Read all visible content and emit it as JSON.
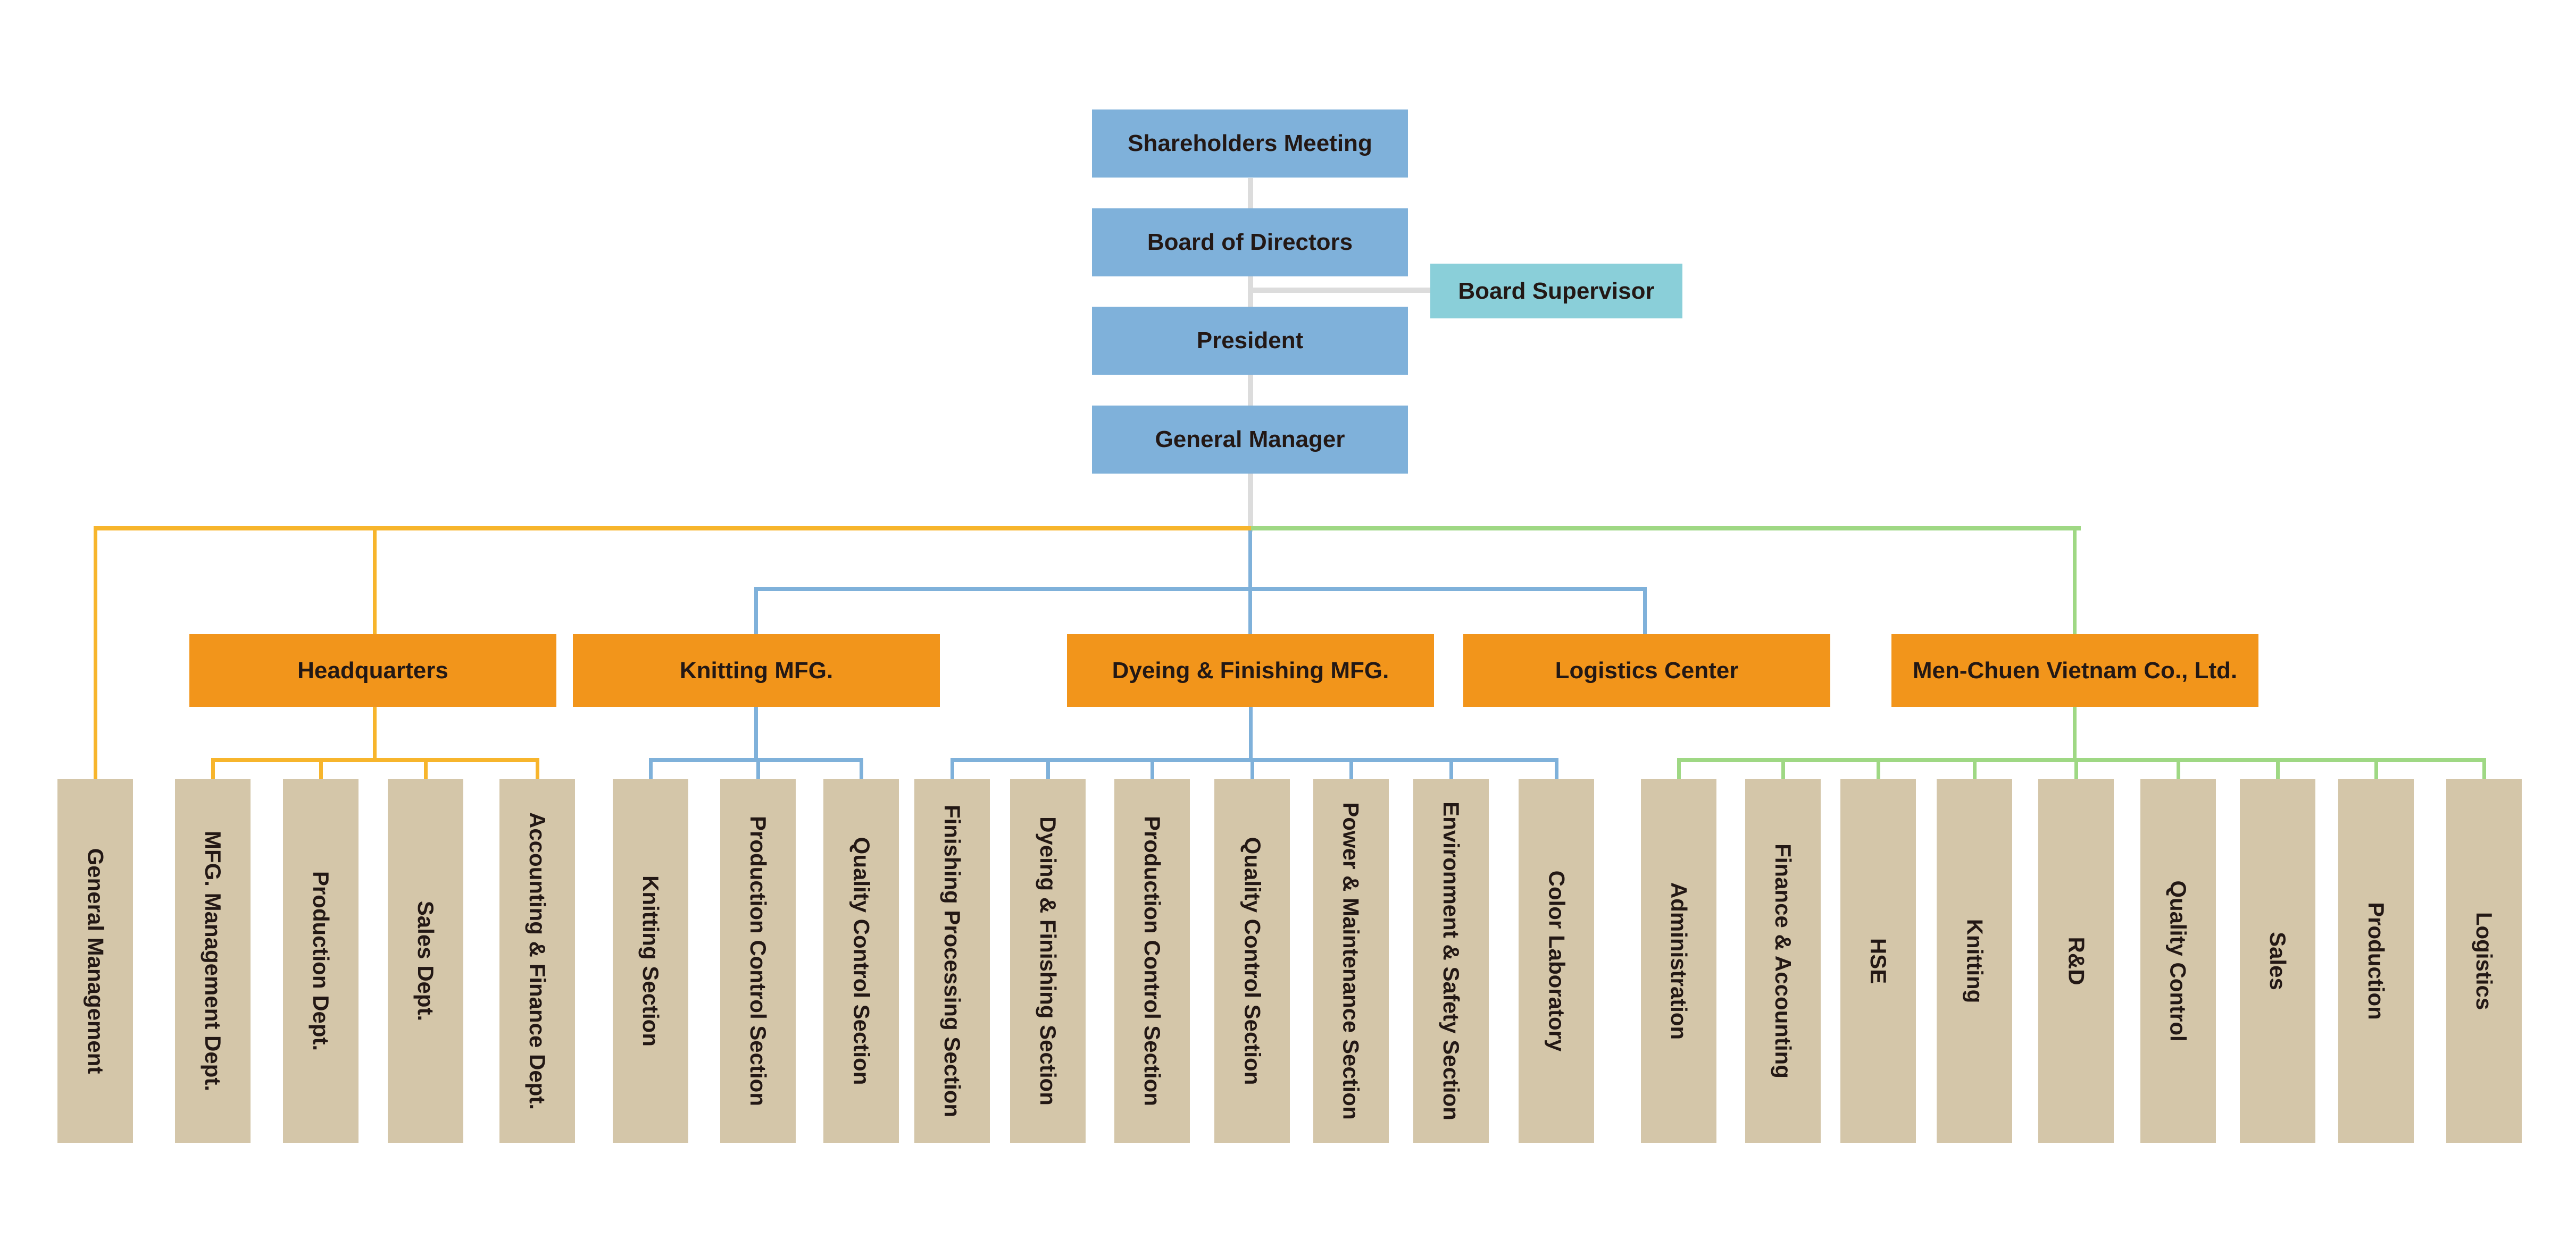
{
  "colors": {
    "executive": "#7fb1da",
    "supervisor": "#8acfd9",
    "division": "#f2951b",
    "unit": "#d4c6a9",
    "line_gray": "#dcdcdc",
    "line_orange": "#f7b52c",
    "line_blue": "#7fb1da",
    "line_green": "#9fd884",
    "text": "#231815"
  },
  "executive": {
    "shareholders": "Shareholders Meeting",
    "board": "Board of Directors",
    "supervisor": "Board Supervisor",
    "president": "President",
    "general_manager": "General Manager"
  },
  "divisions": {
    "headquarters": "Headquarters",
    "knitting_mfg": "Knitting MFG.",
    "dyeing_mfg": "Dyeing & Finishing MFG.",
    "logistics_center": "Logistics Center",
    "vietnam": "Men-Chuen Vietnam Co., Ltd."
  },
  "units": {
    "general_management": "General Management",
    "headquarters": [
      "MFG. Management Dept.",
      "Production Dept.",
      "Sales Dept.",
      "Accounting & Finance Dept."
    ],
    "knitting_mfg": [
      "Knitting Section",
      "Production Control Section",
      "Quality Control Section"
    ],
    "dyeing_mfg": [
      "Finishing Processing Section",
      "Dyeing & Finishing Section",
      "Production Control Section",
      "Quality Control Section",
      "Power & Maintenance Section",
      "Environment & Safety Section",
      "Color Laboratory"
    ],
    "vietnam": [
      "Administration",
      "Finance & Accounting",
      "HSE",
      "Knitting",
      "R&D",
      "Quality Control",
      "Sales",
      "Production",
      "Logistics"
    ]
  }
}
